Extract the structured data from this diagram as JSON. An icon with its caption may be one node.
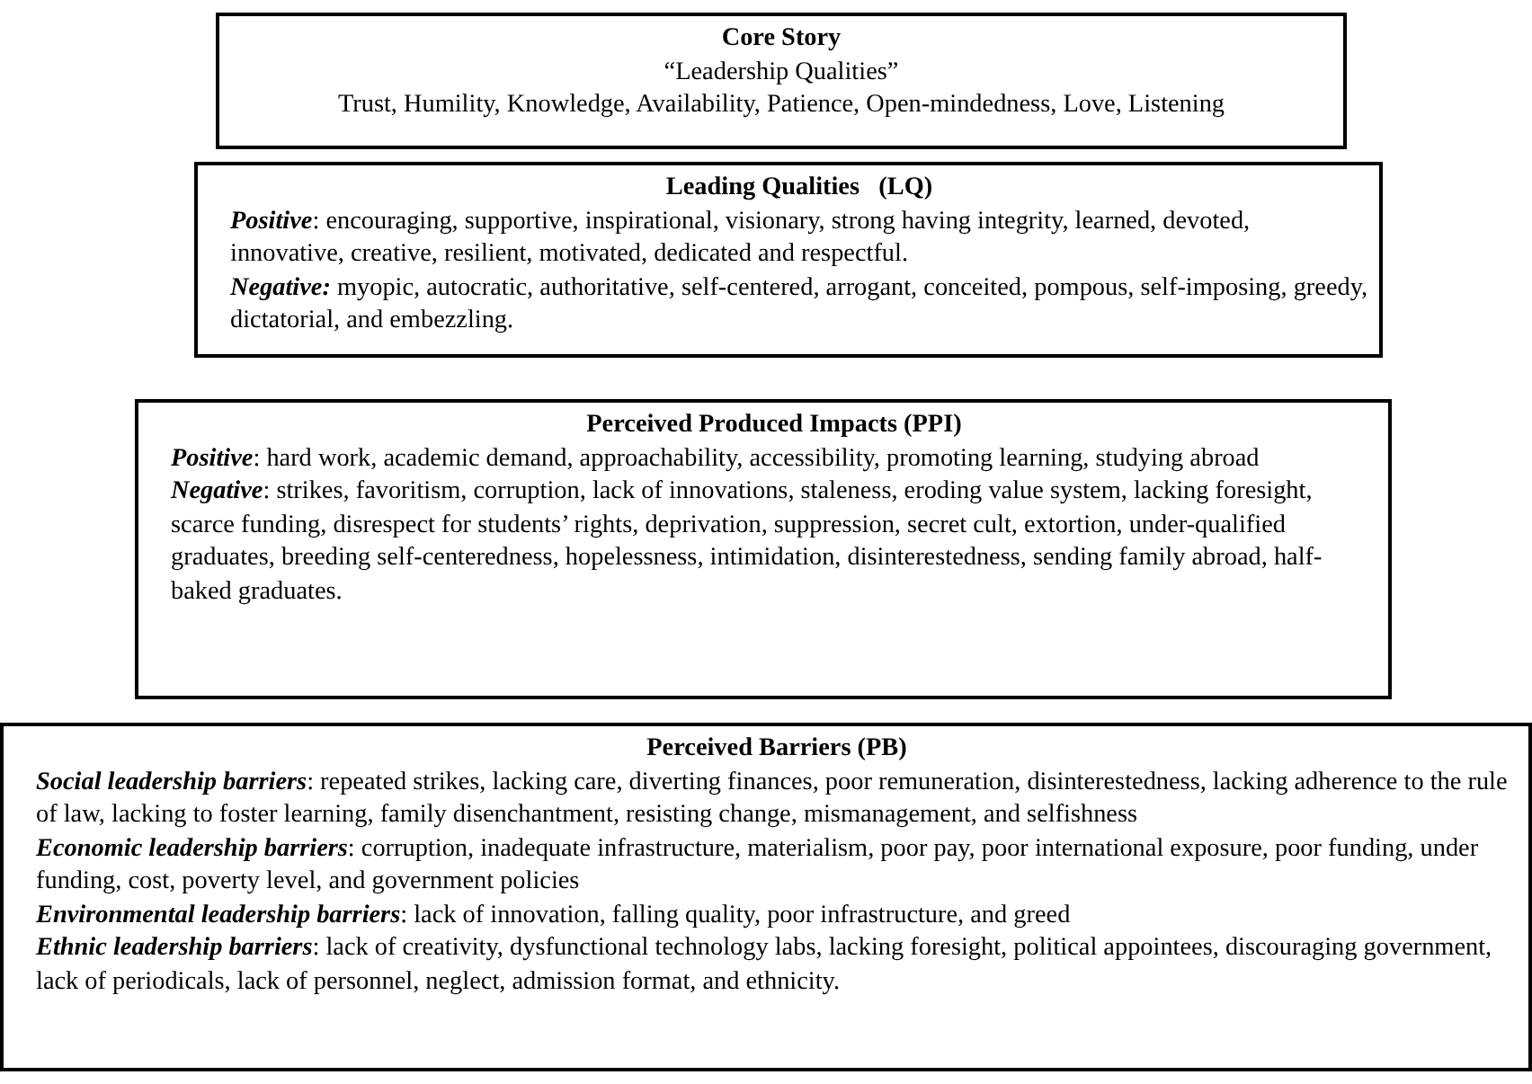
{
  "diagram": {
    "nodes": [
      {
        "text": [
          "Core Story",
          "“Leadership Qualities”",
          "Trust, Humility, Knowledge, Availability, Patience, Open-mindedness, Love, Listening"
        ]
      },
      {
        "text": [
          "Leading Qualities   (LQ)",
          "**Positive**:  encouraging, supportive, inspirational, visionary, strong having integrity, learned, devoted, innovative, creative, resilient, motivated, dedicated and respectful.",
          "**Negative:** myopic, autocratic, authoritative, self-centered, arrogant, conceited, pompous, self-imposing, greedy, dictatorial, and embezzling."
        ]
      },
      {
        "text": [
          "Perceived Produced Impacts (PPI)",
          "**Positive**:  hard work, academic demand, approachability, accessibility, promoting learning, studying abroad",
          "**Negative**:  strikes, favoritism, corruption, lack of innovations, staleness, eroding value system, lacking foresight, scarce funding, disrespect for students’ rights, deprivation, suppression, secret cult, extortion, under-qualified graduates, breeding self-centeredness, hopelessness, intimidation, disinterestedness, sending family abroad, half-baked graduates."
        ]
      },
      {
        "text": [
          "Perceived Barriers (PB)",
          "**Social leadership barriers**:  repeated strikes, lacking care, diverting finances, poor remuneration, disinterestedness, lacking adherence to the rule of law, lacking to foster learning, family disenchantment, resisting change, mismanagement, and selfishness",
          "**Economic leadership barriers**:  corruption, inadequate infrastructure, materialism, poor pay, poor international exposure, poor funding, under funding, cost, poverty level, and government policies",
          "**Environmental leadership barriers**:  lack of innovation, falling quality, poor infrastructure, and greed",
          "**Ethnic leadership barriers**:  lack of creativity, dysfunctional technology labs, lacking foresight, political appointees, discouraging government, lack of periodicals, lack of personnel, neglect, admission format, and ethnicity."
        ]
      }
    ]
  }
}
